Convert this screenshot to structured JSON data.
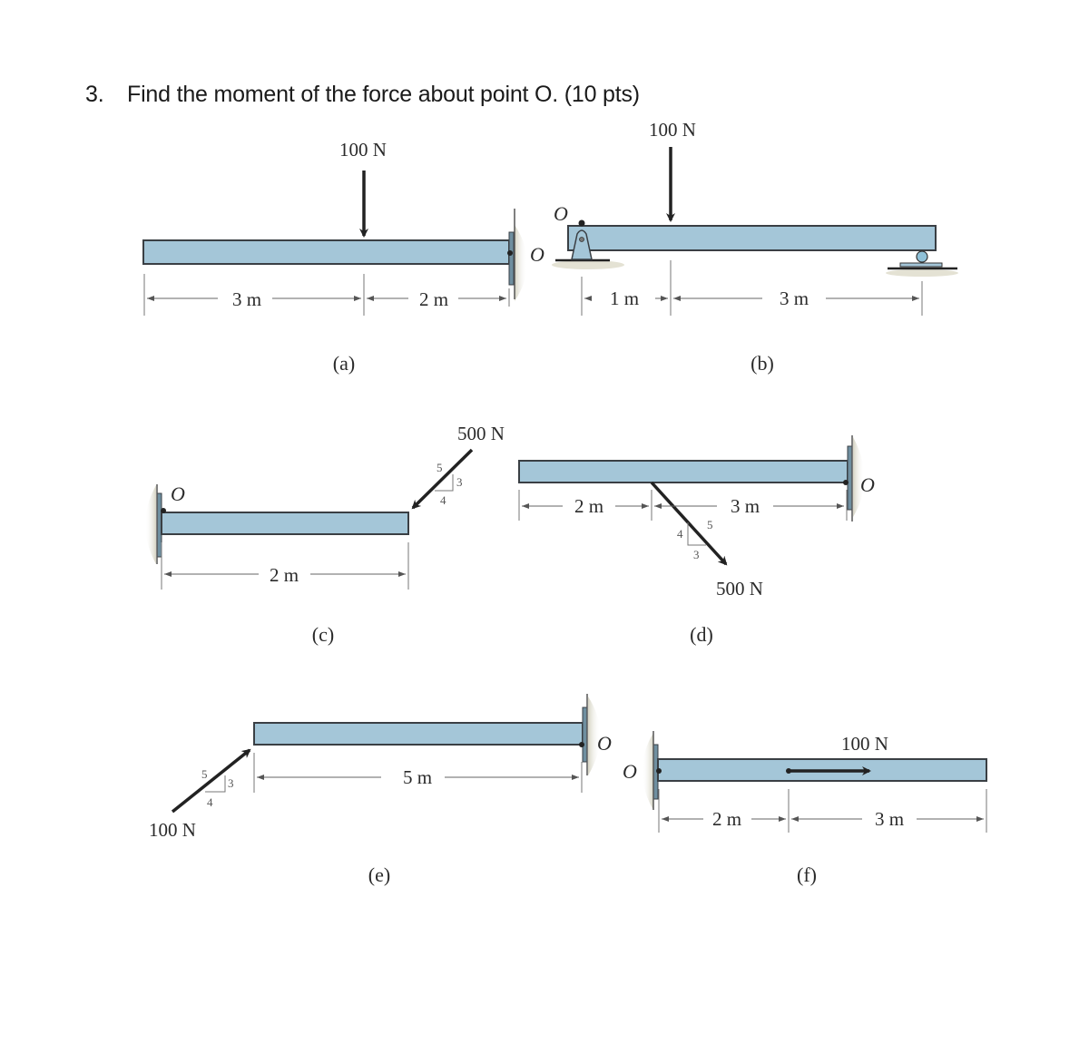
{
  "question": {
    "number": "3.",
    "text": "Find the moment of the force about point O. (10 pts)"
  },
  "colors": {
    "beam_fill": "#a4c6d8",
    "beam_stroke": "#3a3f44",
    "force_arrow": "#222222",
    "wall_shadow": "#d8d6c8",
    "text": "#2a2a2a"
  },
  "figures": {
    "a": {
      "caption": "(a)",
      "force": "100 N",
      "point": "O",
      "dims": [
        "3 m",
        "2 m"
      ]
    },
    "b": {
      "caption": "(b)",
      "force": "100 N",
      "point": "O",
      "dims": [
        "1 m",
        "3 m"
      ]
    },
    "c": {
      "caption": "(c)",
      "force": "500 N",
      "point": "O",
      "dims": [
        "2 m"
      ],
      "slope": {
        "hyp": "5",
        "rise": "3",
        "run": "4"
      }
    },
    "d": {
      "caption": "(d)",
      "force": "500 N",
      "point": "O",
      "dims": [
        "2 m",
        "3 m"
      ],
      "slope": {
        "hyp": "5",
        "rise": "4",
        "run": "3"
      }
    },
    "e": {
      "caption": "(e)",
      "force": "100 N",
      "point": "O",
      "dims": [
        "5 m"
      ],
      "slope": {
        "hyp": "5",
        "rise": "3",
        "run": "4"
      }
    },
    "f": {
      "caption": "(f)",
      "force": "100 N",
      "point": "O",
      "dims": [
        "2 m",
        "3 m"
      ]
    }
  }
}
